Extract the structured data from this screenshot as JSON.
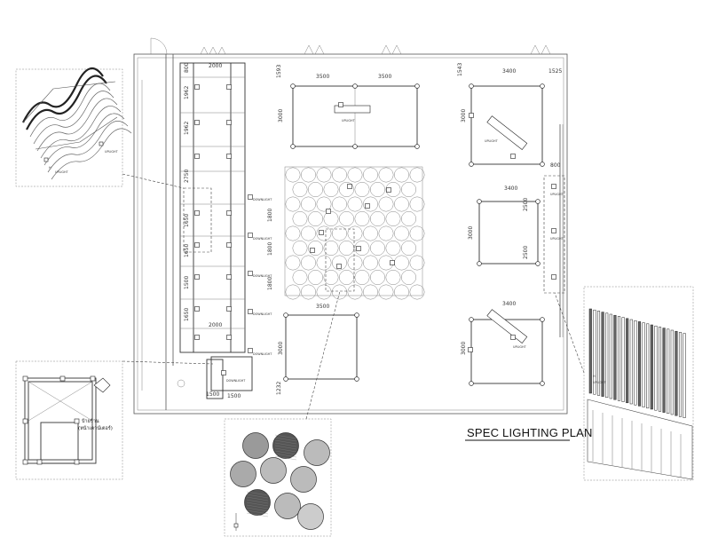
{
  "title": "SPEC LIGHTING PLAN",
  "labels": {
    "uplight": "UPLIGHT",
    "downlight": "DOWNLIGHT",
    "fixture_mark": "H",
    "thai_line1": "ป้ายร้าน",
    "thai_line2": "(หน้าเคาน์เตอร์)"
  },
  "dimensions": {
    "top_left_bay": "2000",
    "bottom_left_bay": "2000",
    "left_vertical": [
      "800",
      "1962",
      "1962",
      "2750",
      "1650",
      "1650",
      "1500",
      "1650"
    ],
    "left_bottom": [
      "1500",
      "1500"
    ],
    "middle_vertical": [
      "1800",
      "1800",
      "1800"
    ],
    "top_center_1": "3500",
    "top_center_2": "3500",
    "top_right": "3400",
    "top_right_small": "1525",
    "top_left_small": "1593",
    "top_mid_small": "1543",
    "box_height_top_center": "3000",
    "box_height_top_right": "3000",
    "right_mid_top": "3400",
    "right_mid_side_1": "2500",
    "right_mid_side_2": "2500",
    "right_mid_height": "3000",
    "right_side_800": "800",
    "bottom_left_box": "3500",
    "bottom_left_height": "3000",
    "bottom_right_box": "3400",
    "bottom_right_height": "3000",
    "bottom_left_1232": "1232"
  },
  "colors": {
    "line": "#444444",
    "fill_dark": "#555555",
    "fill_mid": "#9a9a9a",
    "background": "#ffffff"
  }
}
